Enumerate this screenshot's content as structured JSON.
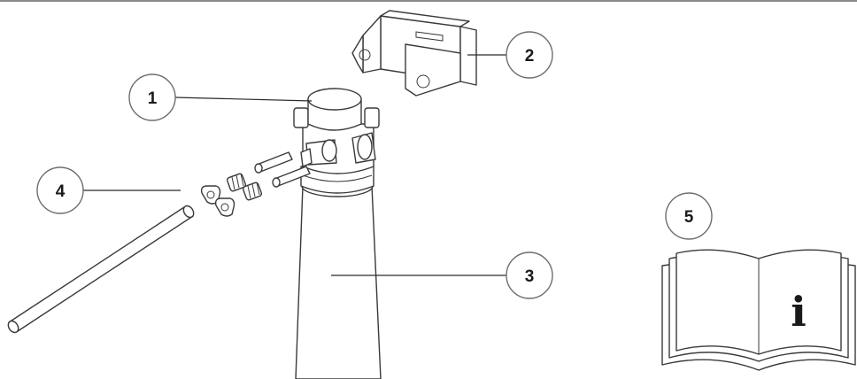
{
  "diagram": {
    "callouts": [
      {
        "id": "1",
        "label": "1"
      },
      {
        "id": "2",
        "label": "2"
      },
      {
        "id": "3",
        "label": "3"
      },
      {
        "id": "4",
        "label": "4"
      },
      {
        "id": "5",
        "label": "5"
      }
    ],
    "manual_icon_glyph": "i",
    "colors": {
      "line": "#3a3a3a",
      "callout_border": "#6e6e6e",
      "background": "#ffffff"
    }
  }
}
